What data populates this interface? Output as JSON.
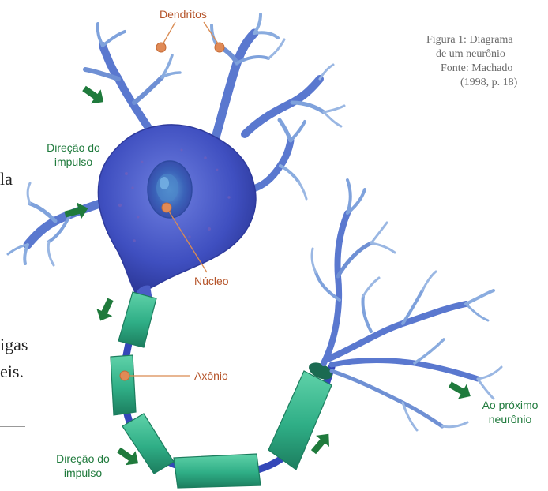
{
  "colors": {
    "soma": "#3f4fc0",
    "dendrite": "#6f90d4",
    "myelin": "#2fae86",
    "arrow": "#1f7a3c",
    "pointer": "#d98b52",
    "label_text": "#b5542a"
  },
  "labels": {
    "dendrites": "Dendritos",
    "nucleus": "Núcleo",
    "axon": "Axônio",
    "impulse_top_1": "Direção do",
    "impulse_top_2": "impulso",
    "impulse_bottom_1": "Direção do",
    "impulse_bottom_2": "impulso",
    "next_neuron_1": "Ao próximo",
    "next_neuron_2": "neurônio"
  },
  "caption": {
    "line1": "Figura 1: Diagrama",
    "line2": "de um neurônio",
    "line3": "Fonte: Machado",
    "line4": "(1998, p. 18)"
  },
  "body_text_fragments": {
    "frag1": "la",
    "frag2": "igas",
    "frag3": "eis."
  },
  "icons": {
    "arrow": "green-arrow-icon",
    "pointer": "label-pointer-dot"
  }
}
